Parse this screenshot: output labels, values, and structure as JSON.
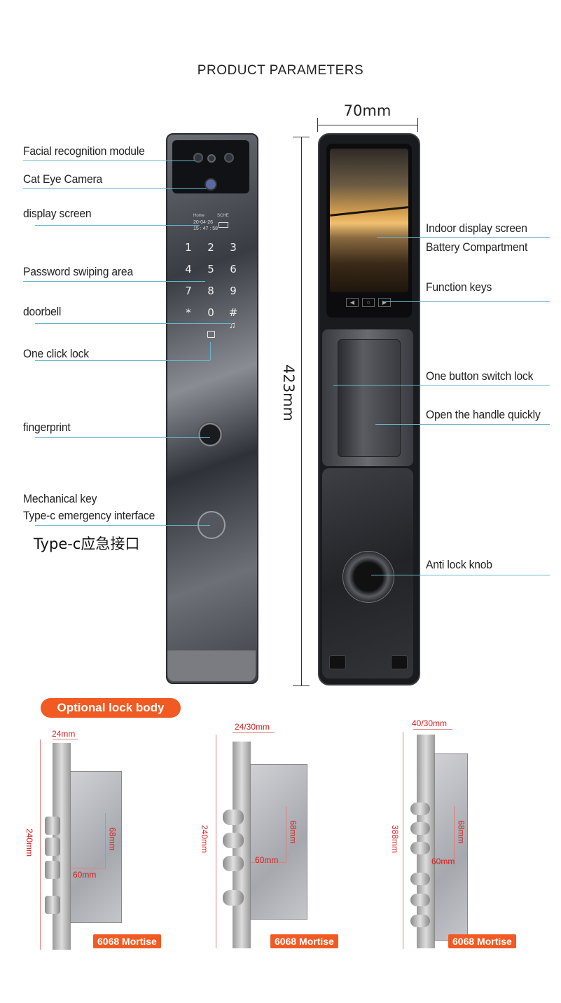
{
  "heading": "PRODUCT PARAMETERS",
  "dimensions": {
    "width": "70mm",
    "height": "423mm"
  },
  "front_callouts": [
    "Facial recognition module",
    "Cat Eye Camera",
    "display screen",
    "Password swiping area",
    "doorbell",
    "One click lock",
    "fingerprint",
    "Mechanical key",
    "Type-c emergency interface"
  ],
  "type_c_cn": "Type-c应急接口",
  "back_callouts": [
    "Indoor display screen",
    "Battery Compartment",
    "Function keys",
    "One button switch lock",
    "Open the handle quickly",
    "Anti lock knob"
  ],
  "keypad": [
    "1",
    "2",
    "3",
    "4",
    "5",
    "6",
    "7",
    "8",
    "9",
    "*",
    "0",
    "#"
  ],
  "screen_text": {
    "left": "Home",
    "right": "SCHE",
    "date": "20-04-26",
    "time": "15 : 47 : 58"
  },
  "lock_body": {
    "badge": "Optional lock body",
    "items": [
      {
        "top": "24mm",
        "side": "240mm",
        "vertical": "68mm",
        "horizontal": "60mm",
        "label": "6068 Mortise"
      },
      {
        "top": "24/30mm",
        "side": "240mm",
        "vertical": "68mm",
        "horizontal": "60mm",
        "label": "6068 Mortise"
      },
      {
        "top": "40/30mm",
        "side": "388mm",
        "vertical": "68mm",
        "horizontal": "60mm",
        "label": "6068 Mortise"
      }
    ]
  },
  "colors": {
    "accent": "#f15a22",
    "callout_line": "#66b6cc",
    "lock_body": "#4a4c54"
  }
}
